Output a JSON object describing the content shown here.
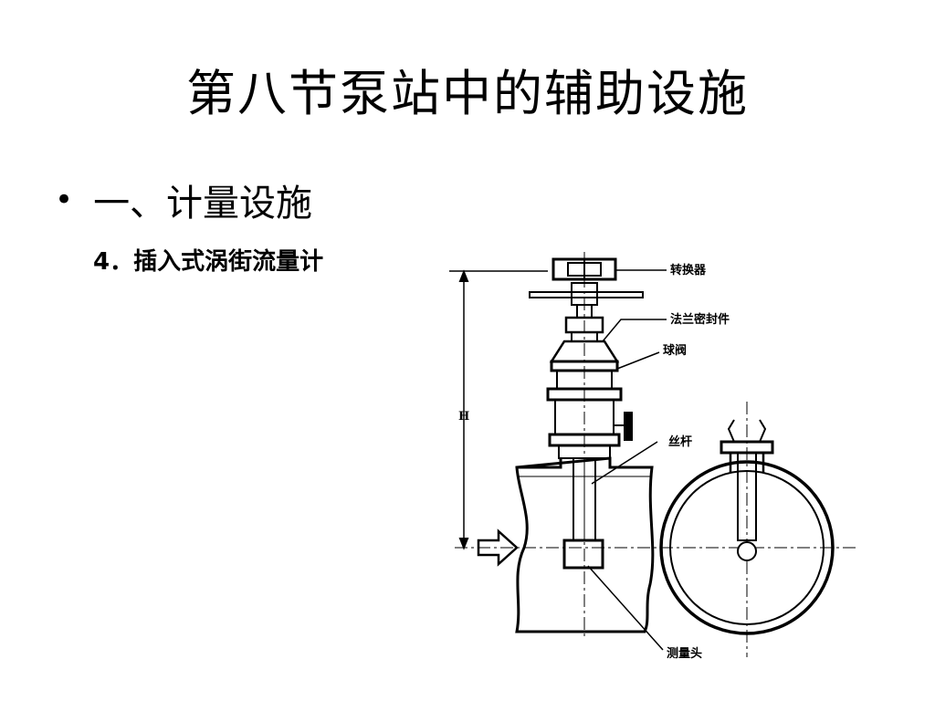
{
  "slide": {
    "title": "第八节泵站中的辅助设施",
    "bullet": "一、计量设施",
    "bullet_marker": "•",
    "sub_item": "4．插入式涡街流量计"
  },
  "figure": {
    "labels": {
      "converter": "转换器",
      "flange_seal": "法兰密封件",
      "ball_valve": "球阀",
      "stem": "丝杆",
      "probe": "测量头",
      "height_mark": "H"
    }
  }
}
